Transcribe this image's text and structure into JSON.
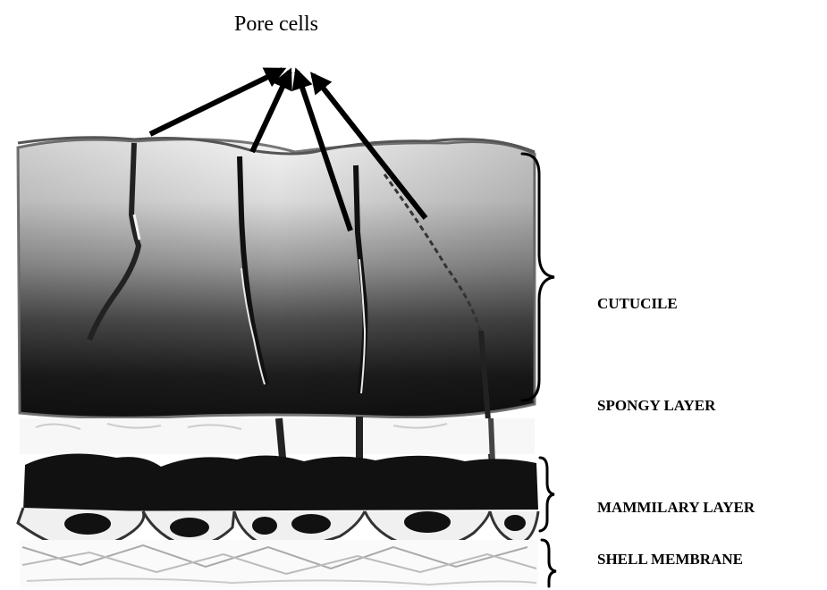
{
  "diagram": {
    "title": "Pore cells",
    "labels": {
      "cuticle": "CUTUCILE",
      "spongy": "SPONGY LAYER",
      "mammilary": "MAMMILARY LAYER",
      "shell_membrane": "SHELL MEMBRANE"
    }
  }
}
